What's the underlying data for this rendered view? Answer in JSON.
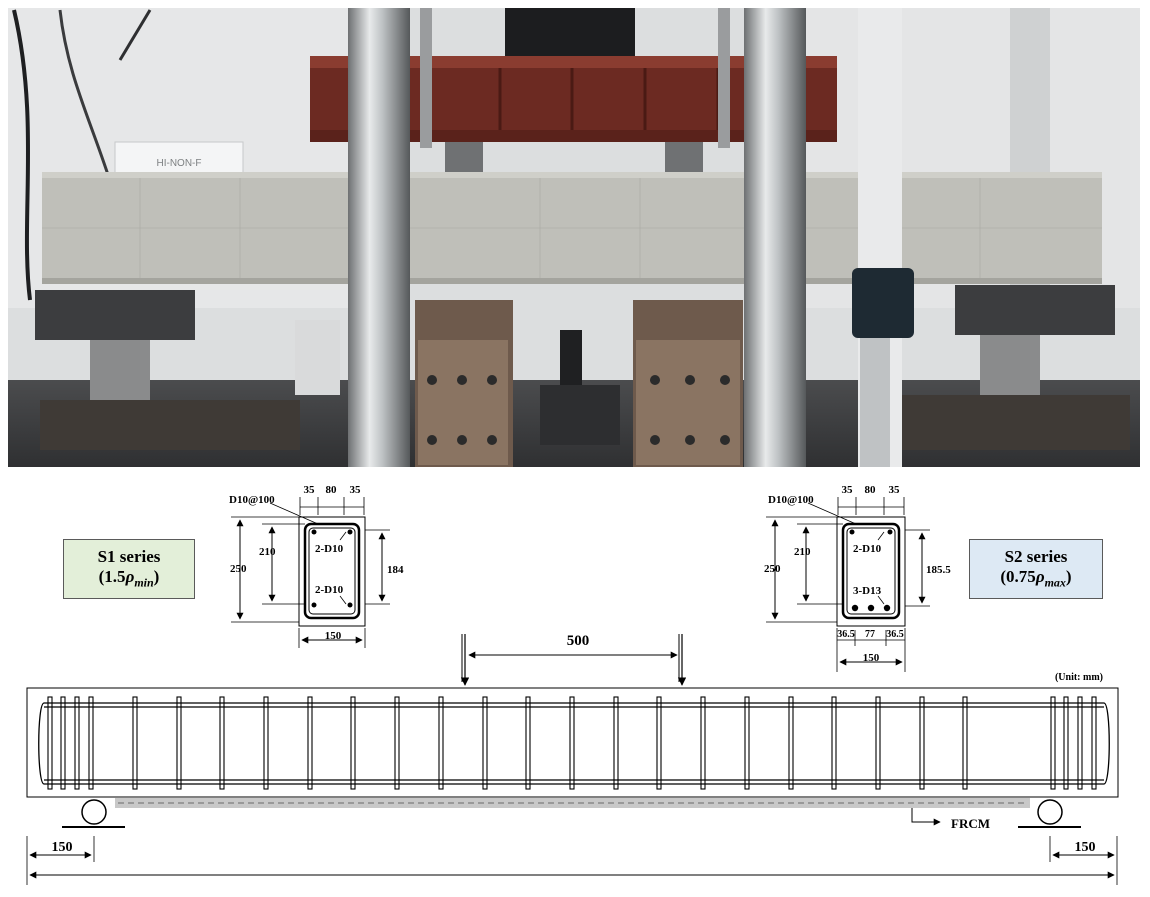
{
  "photo": {
    "description_label": "HI-NON-F"
  },
  "series": [
    {
      "id": "S1",
      "title": "S1 series",
      "ratio_prefix": "(1.5",
      "ratio_symbol": "ρ",
      "ratio_sub": "min",
      "ratio_suffix": ")",
      "color": "#e3efd9"
    },
    {
      "id": "S2",
      "title": "S2 series",
      "ratio_prefix": "(0.75",
      "ratio_symbol": "ρ",
      "ratio_sub": "max",
      "ratio_suffix": ")",
      "color": "#dde9f4"
    }
  ],
  "section_s1": {
    "stirrup": "D10@100",
    "top_bar": "2-D10",
    "bottom_bar": "2-D10",
    "top_dims": [
      "35",
      "80",
      "35"
    ],
    "height": "250",
    "inner_height": "210",
    "effective_depth": "184",
    "width": "150"
  },
  "section_s2": {
    "stirrup": "D10@100",
    "top_bar": "2-D10",
    "bottom_bar": "3-D13",
    "top_dims": [
      "35",
      "80",
      "35"
    ],
    "bottom_dims": [
      "36.5",
      "77",
      "36.5"
    ],
    "height": "250",
    "inner_height": "210",
    "effective_depth": "185.5",
    "width": "150"
  },
  "beam": {
    "load_spacing": "500",
    "unit_note": "(Unit: mm)",
    "frcm_label": "FRCM",
    "left_overhang": "150",
    "right_overhang": "150"
  }
}
